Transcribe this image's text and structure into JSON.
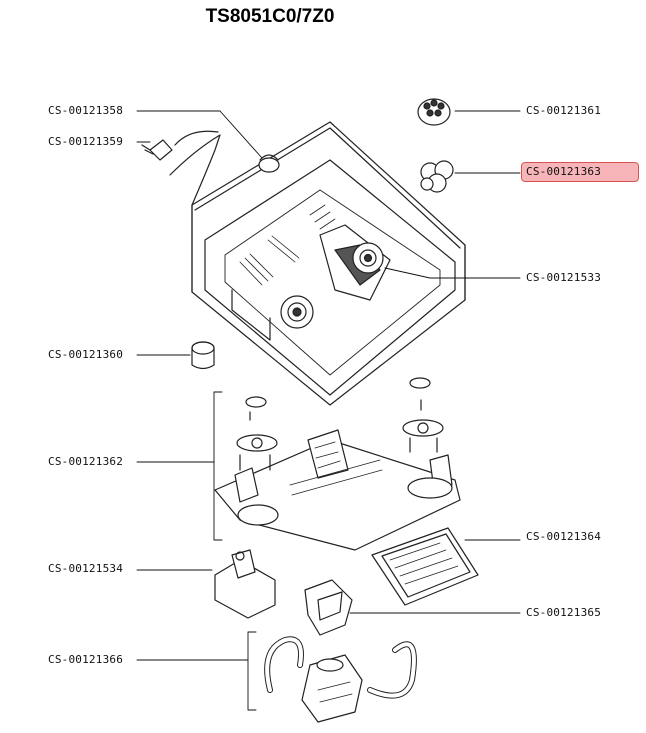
{
  "title": "TS8051C0/7Z0",
  "accent_color": "#f08080",
  "selected_part": "CS-00121363",
  "parts": [
    {
      "id": "p1358",
      "code": "CS-00121358"
    },
    {
      "id": "p1359",
      "code": "CS-00121359"
    },
    {
      "id": "p1361",
      "code": "CS-00121361"
    },
    {
      "id": "p1363",
      "code": "CS-00121363",
      "selected": true
    },
    {
      "id": "p1533",
      "code": "CS-00121533"
    },
    {
      "id": "p1360",
      "code": "CS-00121360"
    },
    {
      "id": "p1362",
      "code": "CS-00121362"
    },
    {
      "id": "p1364",
      "code": "CS-00121364"
    },
    {
      "id": "p1534",
      "code": "CS-00121534"
    },
    {
      "id": "p1365",
      "code": "CS-00121365"
    },
    {
      "id": "p1366",
      "code": "CS-00121366"
    }
  ]
}
